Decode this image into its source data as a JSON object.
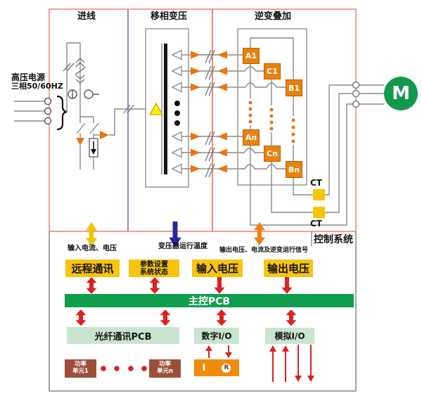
{
  "title_labels": {
    "incoming": "进线",
    "transformer": "移相变压",
    "inverter": "逆变叠加",
    "control": "控制系统"
  },
  "source": {
    "line1": "高压电源",
    "line2": "三相50/60HZ"
  },
  "cells": {
    "a1": "A1",
    "c1": "C1",
    "b1": "B1",
    "an": "An",
    "cn": "Cn",
    "bn": "Bn"
  },
  "ct_top": "CT",
  "ct_bottom": "CT",
  "motor": "M",
  "captions": {
    "input_current_voltage": "输入电流、电压",
    "transformer_temperature": "变压器运行温度",
    "output_signals": "输出电压、电流及逆变运行信号"
  },
  "modules": {
    "remote_comm": "远程通讯",
    "param_settings_line1": "参数设置",
    "param_settings_line2": "系统状态",
    "input_voltage": "输入电压",
    "output_voltage": "输出电压",
    "main_pcb": "主控PCB",
    "fiber_pcb": "光纤通讯PCB",
    "digital_io": "数字I/O",
    "analog_io": "模拟I/O",
    "power_unit1_line1": "功率",
    "power_unit1_line2": "单元1",
    "power_unitn_line1": "功率",
    "power_unitn_line2": "单元n",
    "relay_i": "I",
    "relay_r": "R"
  },
  "colors": {
    "power_box_border": "#F2A19B",
    "divider_blue": "#8C8CC8",
    "divider_red": "#F2837B",
    "control_box_border": "#999999",
    "cell_orange": "#E8820F",
    "ct_yellow": "#F7C600",
    "label_yellow": "#F7C411",
    "main_pcb_green": "#0E9E4D",
    "pale_green": "#C9E4CF",
    "power_unit_brown": "#9C4F38",
    "io_orange": "#F08C0A",
    "motor_green": "#13994B",
    "arrow_red": "#DD2020",
    "arrow_navy": "#28289B",
    "arrow_orange": "#EF8018",
    "arrow_yellow": "#F0C400"
  }
}
